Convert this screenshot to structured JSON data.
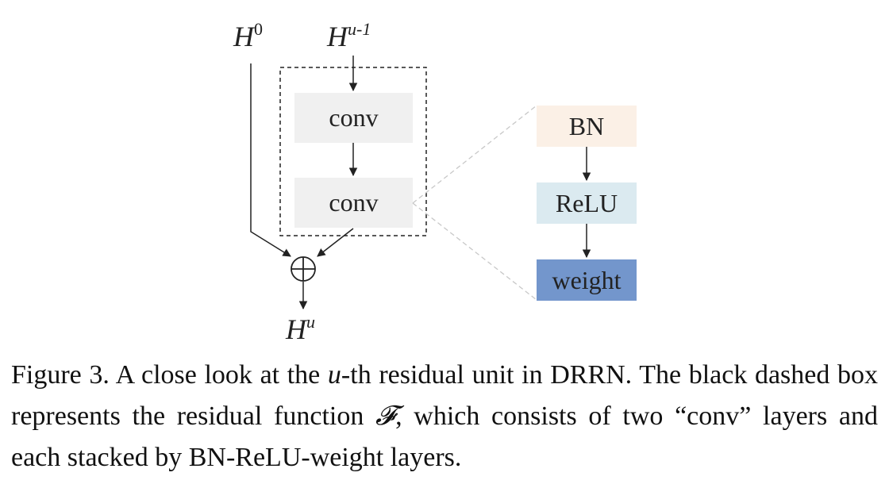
{
  "diagram": {
    "inputs": {
      "h0": {
        "base": "H",
        "sup": "0"
      },
      "hu_minus_1": {
        "base": "H",
        "sup": "u-1"
      }
    },
    "output": {
      "base": "H",
      "sup": "u"
    },
    "conv_blocks": [
      "conv",
      "conv"
    ],
    "expanded_layers": [
      {
        "label": "BN",
        "color": "#fbf0e6"
      },
      {
        "label": "ReLU",
        "color": "#dbeaf0"
      },
      {
        "label": "weight",
        "color": "#7396cc"
      }
    ],
    "conv_color": "#f0f0f0",
    "sum_symbol": "⊕"
  },
  "caption": {
    "part1": "Figure 3. A close look at the ",
    "var_u": "u",
    "part2": "-th residual unit in DRRN. The black dashed box represents the residual function ",
    "var_F": "𝓕",
    "part3": ", which consists of two “conv” layers and each stacked by BN-ReLU-weight layers."
  }
}
